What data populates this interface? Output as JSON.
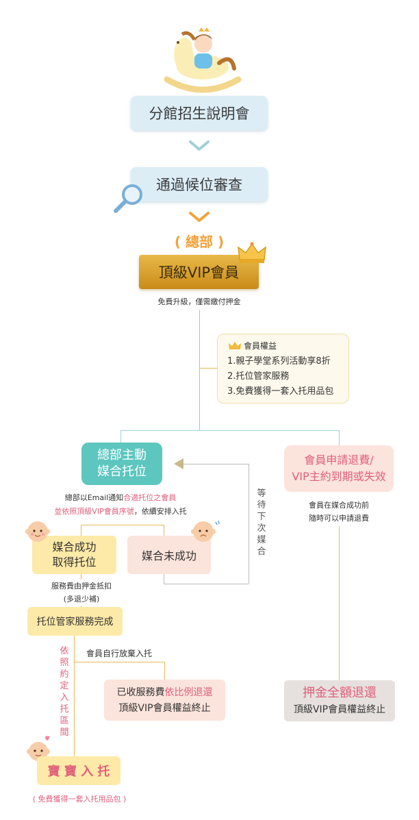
{
  "steps": {
    "briefing": "分館招生說明會",
    "review": "通過候位審查",
    "hq": "( 總部 )",
    "vip": "頂級VIP會員",
    "vip_note": "免費升級，僅需繳付押金"
  },
  "benefits": {
    "title": "會員權益",
    "items": [
      "1.親子學堂系列活動享8折",
      "2.托位管家服務",
      "3.免費獲得一套入托用品包"
    ]
  },
  "left_branch": {
    "hq_match_line1": "總部主動",
    "hq_match_line2": "媒合托位",
    "notice_a": "總部以Email通知",
    "notice_b": "合適托位之會員",
    "notice_c": "並依照頂級VIP會員序號",
    "notice_d": "，依續安排入托",
    "success_line1": "媒合成功",
    "success_line2": "取得托位",
    "fail": "媒合未成功",
    "wait_label": "等待下次媒合",
    "fee_line1": "服務費由押金抵扣",
    "fee_line2": "(多退少補)",
    "service_done": "托位管家服務完成",
    "by_contract": "依照約定入托區間",
    "give_up": "會員自行放棄入托",
    "refund_a": "已收服務費",
    "refund_b": "依比例退還",
    "refund_end": "頂級VIP會員權益終止",
    "baby_enroll": "寶 寶 入 托",
    "free_pack": "( 免費獲得一套入托用品包 )"
  },
  "right_branch": {
    "apply_line1": "會員申請退費/",
    "apply_line2": "VIP主約到期或失效",
    "anytime_line1": "會員在媒合成功前",
    "anytime_line2": "隨時可以申請退費",
    "deposit_refund": "押金全額退還",
    "deposit_end": "頂級VIP會員權益終止"
  },
  "colors": {
    "light_blue": "#dcedf6",
    "teal": "#5cc6bf",
    "gold": "#c9941f",
    "orange": "#f3a23a",
    "pink_text": "#e0607c",
    "cream": "#fdf1c4",
    "peach": "#f9e4da",
    "grey_box": "#e6e1de",
    "line_gold": "#e5b95a",
    "line_blue": "#9fd1d4"
  }
}
